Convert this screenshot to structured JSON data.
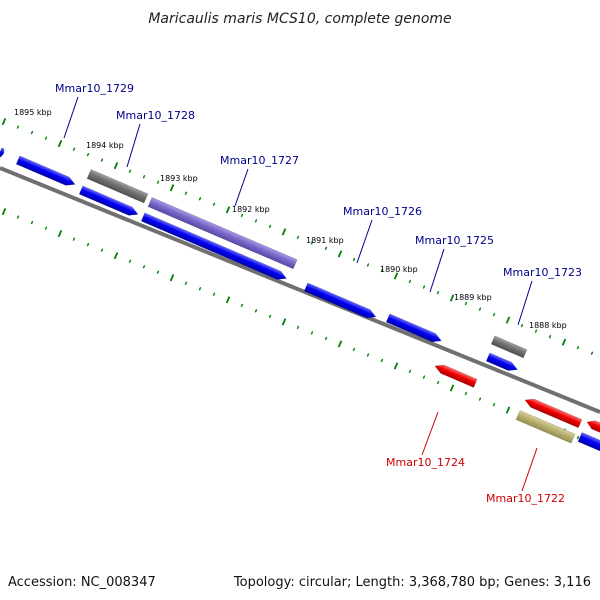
{
  "title": "Maricaulis maris MCS10, complete genome",
  "footer": {
    "accession": "Accession: NC_008347",
    "topology": "Topology: circular; Length: 3,368,780 bp; Genes: 3,116"
  },
  "kbp_labels": [
    "1895 kbp",
    "1894 kbp",
    "1893 kbp",
    "1892 kbp",
    "1891 kbp",
    "1890 kbp",
    "1889 kbp",
    "1888 kbp"
  ],
  "genes": [
    {
      "name": "Mmar10_1729",
      "strand": "forward",
      "label_color": "#00008b"
    },
    {
      "name": "Mmar10_1728",
      "strand": "forward",
      "label_color": "#00008b"
    },
    {
      "name": "Mmar10_1727",
      "strand": "forward",
      "label_color": "#00008b"
    },
    {
      "name": "Mmar10_1726",
      "strand": "forward",
      "label_color": "#00008b"
    },
    {
      "name": "Mmar10_1725",
      "strand": "forward",
      "label_color": "#00008b"
    },
    {
      "name": "Mmar10_1724",
      "strand": "reverse",
      "label_color": "#cc0000"
    },
    {
      "name": "Mmar10_1723",
      "strand": "forward",
      "label_color": "#00008b"
    },
    {
      "name": "Mmar10_1722",
      "strand": "reverse",
      "label_color": "#cc0000"
    }
  ],
  "colors": {
    "cds_forward": "#0000ee",
    "cds_reverse": "#ee0000",
    "gene_gray": "#707070",
    "highlight_purple": "#7b68c8",
    "olive": "#b8b070",
    "backbone": "#808080",
    "ticks": "#008000"
  }
}
